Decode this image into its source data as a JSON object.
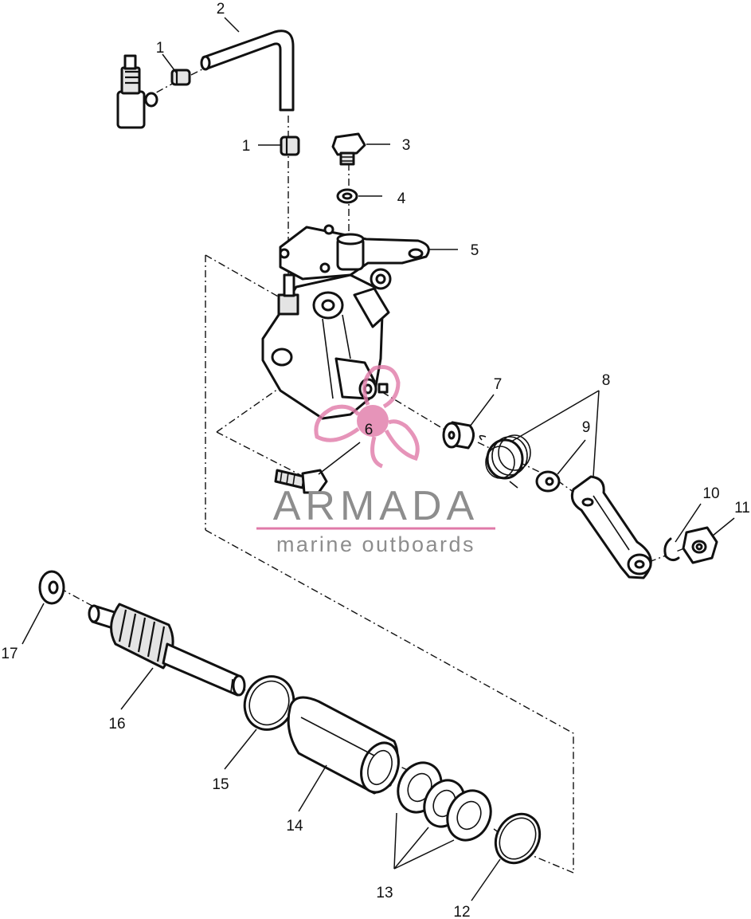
{
  "callouts": {
    "c1a": "1",
    "c1b": "1",
    "c2": "2",
    "c3": "3",
    "c4": "4",
    "c5": "5",
    "c6": "6",
    "c7": "7",
    "c8": "8",
    "c9": "9",
    "c10": "10",
    "c11": "11",
    "c12": "12",
    "c13": "13",
    "c14": "14",
    "c15": "15",
    "c16": "16",
    "c17": "17"
  },
  "watermark": {
    "brand": "ARMADA",
    "tagline": "marine outboards",
    "logo_color": "#e07aa8",
    "text_color": "#8d8d8d"
  },
  "colors": {
    "line": "#111111",
    "background": "#ffffff"
  }
}
